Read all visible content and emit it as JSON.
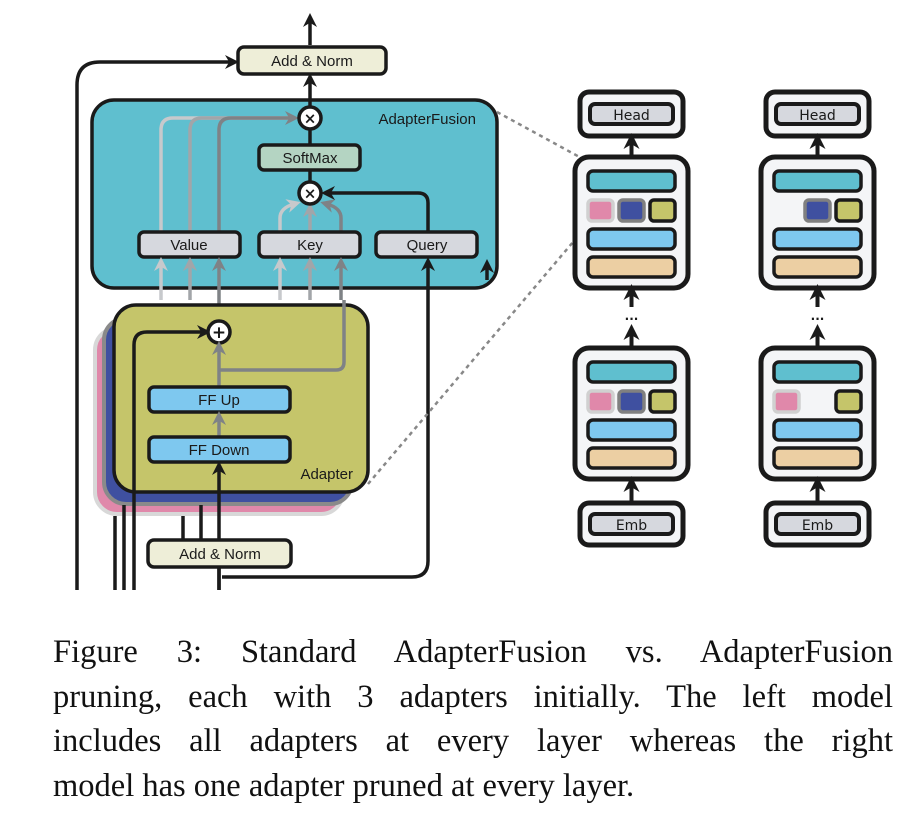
{
  "figure": {
    "left": {
      "add_norm_top": "Add & Norm",
      "adapter_fusion_label": "AdapterFusion",
      "softmax": "SoftMax",
      "value": "Value",
      "key": "Key",
      "query": "Query",
      "adapter_label": "Adapter",
      "ff_up": "FF Up",
      "ff_down": "FF Down",
      "add_norm_bottom": "Add & Norm",
      "multiply_symbol": "×",
      "plus_symbol": "+"
    },
    "models": [
      {
        "name": "standard",
        "head": "Head",
        "emb": "Emb",
        "ellipsis": "...",
        "layers": [
          {
            "adapters": [
              {
                "color": "pink",
                "active": true
              },
              {
                "color": "blue",
                "active": true
              },
              {
                "color": "olive",
                "active": true
              }
            ]
          },
          {
            "adapters": [
              {
                "color": "pink",
                "active": true
              },
              {
                "color": "blue",
                "active": true
              },
              {
                "color": "olive",
                "active": true
              }
            ]
          }
        ]
      },
      {
        "name": "pruned",
        "head": "Head",
        "emb": "Emb",
        "ellipsis": "...",
        "layers": [
          {
            "adapters": [
              {
                "color": "pink",
                "active": false
              },
              {
                "color": "blue",
                "active": true
              },
              {
                "color": "olive",
                "active": true
              }
            ]
          },
          {
            "adapters": [
              {
                "color": "pink",
                "active": true
              },
              {
                "color": "blue",
                "active": false
              },
              {
                "color": "olive",
                "active": true
              }
            ]
          }
        ]
      }
    ],
    "colors": {
      "fusion_bg": "#5fbfcf",
      "adapter_bg": "#c5c56a",
      "adapter_blue": "#3f50a0",
      "adapter_pink": "#e088aa",
      "ff_box": "#7ec8ef",
      "norm_box": "#eeeed8",
      "softmax_box": "#b4d4c2",
      "qkv_box": "#d6d8de",
      "bar_orange": "#eccfa3",
      "card_bg": "#f4f5f7"
    }
  },
  "caption": {
    "lines": [
      "Figure 3: Standard AdapterFusion vs. AdapterFusion",
      "pruning, each with 3 adapters initially. The left model",
      "includes all adapters at every layer whereas the right",
      "model has one adapter pruned at every layer."
    ]
  }
}
